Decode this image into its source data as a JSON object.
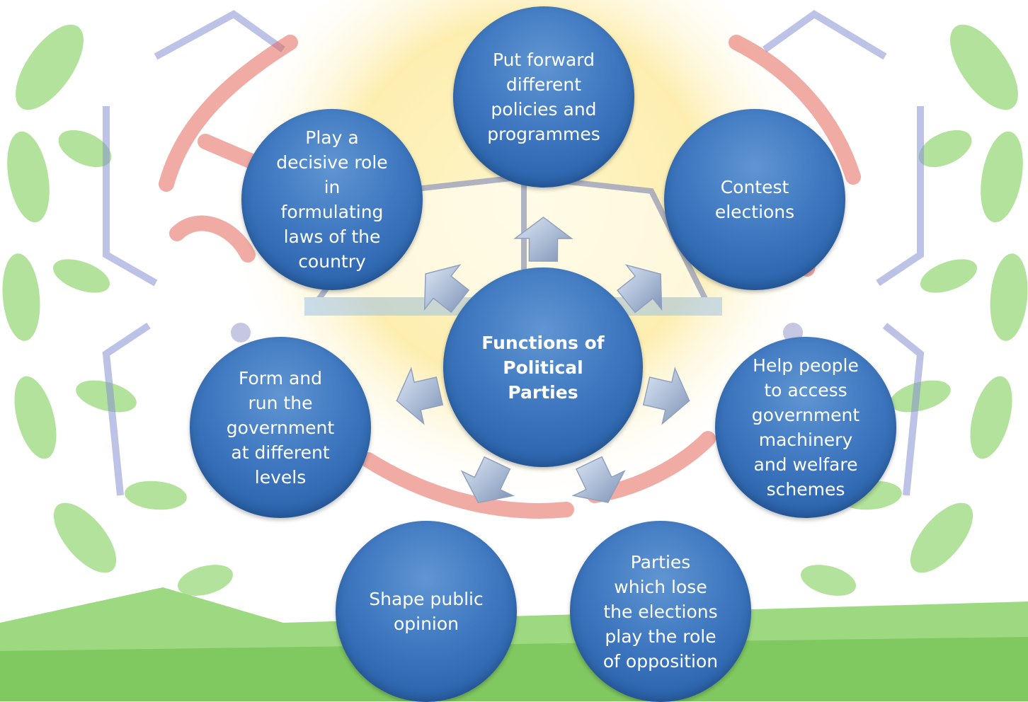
{
  "diagram": {
    "center": {
      "label": "Functions of Political Parties",
      "lines": [
        "Functions of",
        "Political",
        "Parties"
      ]
    },
    "nodes": [
      {
        "id": "policies",
        "lines": [
          "Put forward",
          "different",
          "policies and",
          "programmes"
        ]
      },
      {
        "id": "elections",
        "lines": [
          "Contest",
          "elections"
        ]
      },
      {
        "id": "access",
        "lines": [
          "Help people",
          "to access",
          "government",
          "machinery",
          "and welfare",
          "schemes"
        ]
      },
      {
        "id": "opposition",
        "lines": [
          "Parties",
          "which lose",
          "the elections",
          "play the role",
          "of opposition"
        ]
      },
      {
        "id": "opinion",
        "lines": [
          "Shape public",
          "opinion"
        ]
      },
      {
        "id": "government",
        "lines": [
          "Form and",
          "run the",
          "government",
          "at different",
          "levels"
        ]
      },
      {
        "id": "laws",
        "lines": [
          "Play a",
          "decisive role",
          "in",
          "formulating",
          "laws of the",
          "country"
        ]
      }
    ]
  },
  "colors": {
    "node_fill": "#3f78c0",
    "node_text": "#ffffff",
    "arrow_fill": "#a9bad4",
    "background_green": "#8cd26a",
    "background_blue": "#6f80c8",
    "background_red": "#e2574c",
    "background_yellow": "#fbe58c"
  }
}
